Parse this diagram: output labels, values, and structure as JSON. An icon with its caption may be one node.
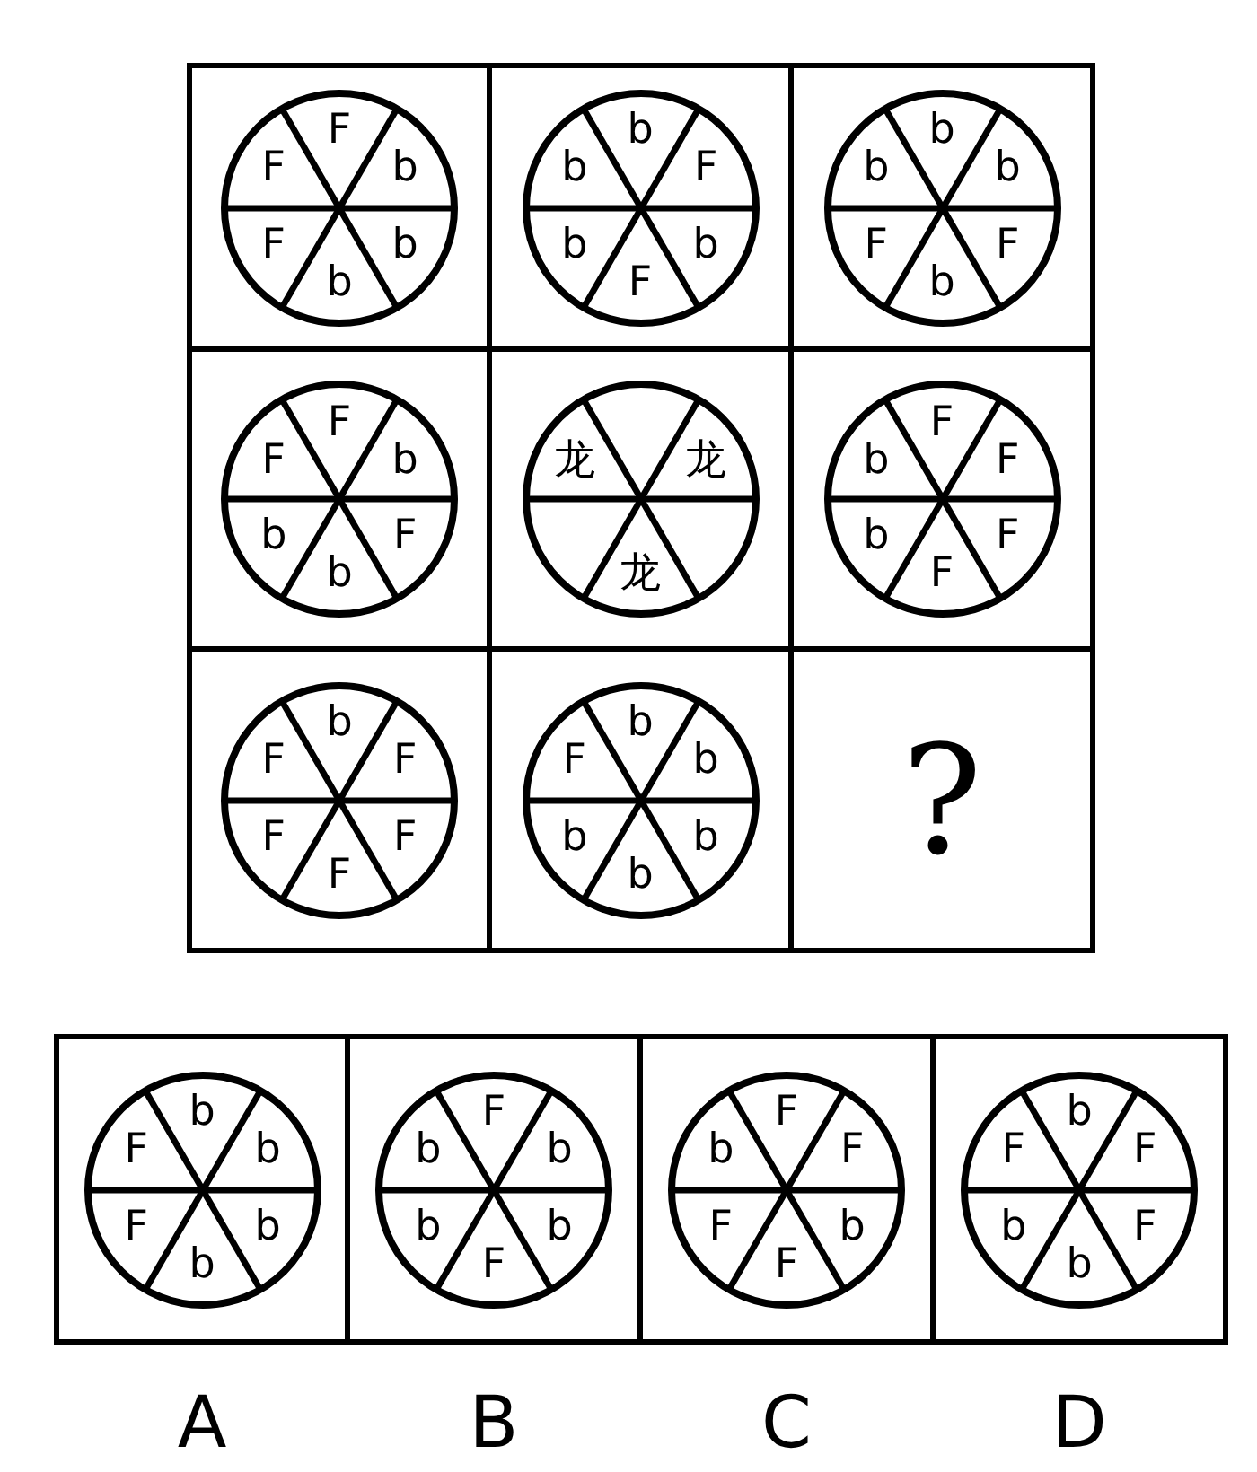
{
  "diagram": {
    "nodes": [
      {
        "text": [],
        "shape": "box"
      },
      {
        "text": [
          "F",
          "F",
          "b",
          "F",
          "b",
          "b"
        ],
        "in": 0
      },
      {
        "text": [],
        "shape": "box"
      },
      {
        "text": [
          "b",
          "b",
          "F",
          "b",
          "b",
          "F"
        ],
        "in": 2
      },
      {
        "text": [],
        "shape": "box"
      },
      {
        "text": [
          "b",
          "b",
          "b",
          "F",
          "F",
          "b"
        ],
        "in": 4
      },
      {
        "text": [],
        "shape": "box"
      },
      {
        "text": [
          "F",
          "F",
          "b",
          "b",
          "F",
          "b"
        ],
        "in": 6
      },
      {
        "text": [],
        "shape": "box"
      },
      {
        "text": [
          "龙",
          "龙",
          "龙"
        ],
        "in": 8
      },
      {
        "text": [],
        "shape": "box"
      },
      {
        "text": [
          "F",
          "b",
          "F",
          "b",
          "F",
          "F"
        ],
        "in": 10
      },
      {
        "text": [],
        "shape": "box"
      },
      {
        "text": [
          "b",
          "F",
          "F",
          "F",
          "F",
          "F"
        ],
        "in": 12
      },
      {
        "text": [],
        "shape": "box"
      },
      {
        "text": [
          "b",
          "F",
          "b",
          "b",
          "b",
          "b"
        ],
        "in": 14
      },
      {
        "text": [
          "?"
        ]
      },
      {
        "text": [],
        "shape": "box",
        "beside": [
          "A"
        ]
      },
      {
        "text": [
          "b",
          "F",
          "b",
          "F",
          "b",
          "b"
        ],
        "in": 17
      },
      {
        "text": [],
        "shape": "box",
        "beside": [
          "B"
        ]
      },
      {
        "text": [
          "F",
          "b",
          "b",
          "b",
          "b",
          "F"
        ],
        "in": 19
      },
      {
        "text": [],
        "shape": "box",
        "beside": [
          "C"
        ]
      },
      {
        "text": [
          "F",
          "b",
          "F",
          "F",
          "b",
          "F"
        ],
        "in": 21
      },
      {
        "text": [],
        "shape": "box",
        "beside": [
          "D"
        ]
      },
      {
        "text": [
          "b",
          "F",
          "F",
          "b",
          "F",
          "b"
        ],
        "in": 23
      }
    ]
  }
}
